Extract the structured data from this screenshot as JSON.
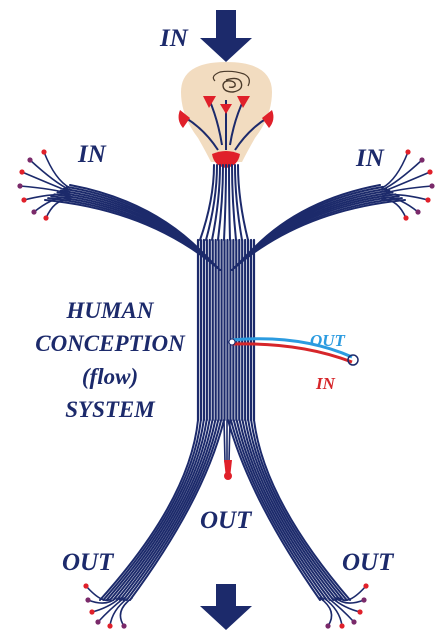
{
  "labels": {
    "in_top": "IN",
    "in_left": "IN",
    "in_right": "IN",
    "out_center": "OUT",
    "out_left": "OUT",
    "out_right": "OUT",
    "mini_out": "OUT",
    "mini_in": "IN"
  },
  "title_lines": [
    "HUMAN",
    "CONCEPTION",
    "(flow)",
    "SYSTEM"
  ],
  "colors": {
    "navy": "#1c2a6b",
    "red": "#e0202a",
    "skin": "#f2dcc0",
    "blue": "#2b9be0",
    "mini_red": "#d6262a"
  }
}
